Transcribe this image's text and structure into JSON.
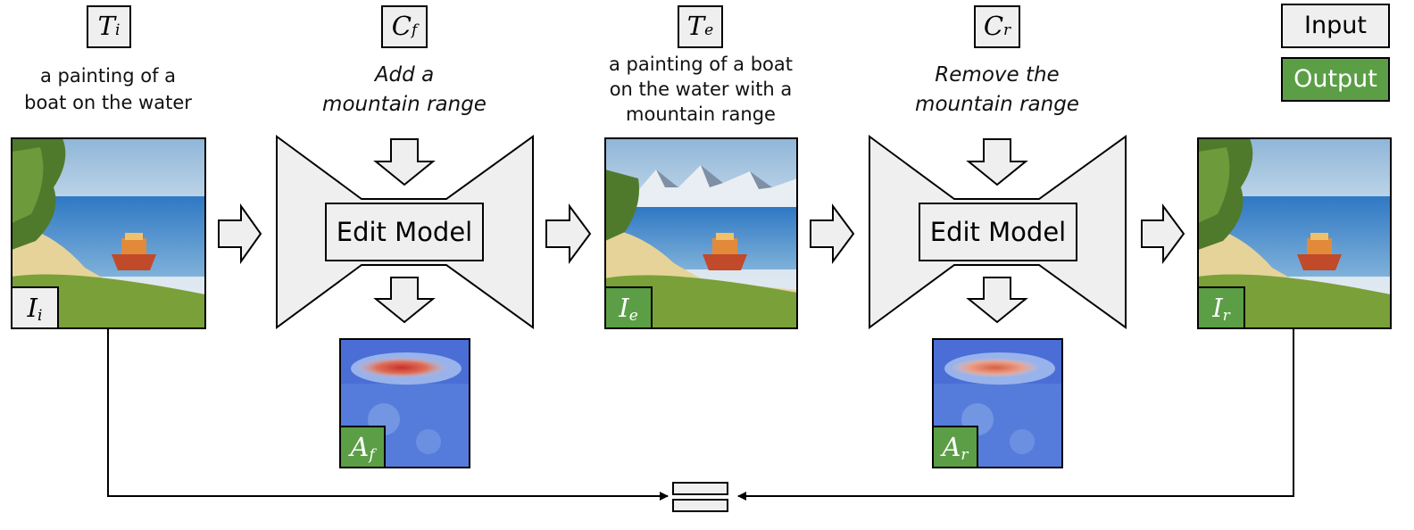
{
  "legend": {
    "input_label": "Input",
    "output_label": "Output",
    "input_color": "#efefef",
    "output_color": "#5b9e46"
  },
  "captions": {
    "initial_text_symbol": "T",
    "initial_text_sub": "i",
    "initial_text": [
      "a painting of a",
      "boat on the water"
    ],
    "forward_condition_symbol": "C",
    "forward_condition_sub": "f",
    "forward_condition": [
      "Add a",
      "mountain range"
    ],
    "edited_text_symbol": "T",
    "edited_text_sub": "e",
    "edited_text": [
      "a painting of a boat",
      "on the water with a",
      "mountain range"
    ],
    "reverse_condition_symbol": "C",
    "reverse_condition_sub": "r",
    "reverse_condition": [
      "Remove the",
      "mountain range"
    ]
  },
  "models": {
    "forward_label": "Edit Model",
    "reverse_label": "Edit Model"
  },
  "images": {
    "initial": {
      "symbol": "I",
      "sub": "i"
    },
    "edited": {
      "symbol": "I",
      "sub": "e"
    },
    "reconstructed": {
      "symbol": "I",
      "sub": "r"
    },
    "forward_attention": {
      "symbol": "A",
      "sub": "f"
    },
    "reverse_attention": {
      "symbol": "A",
      "sub": "r"
    }
  },
  "colors": {
    "box_fill": "#efefef",
    "stroke": "#000000",
    "output_green": "#5b9e46",
    "heatmap_blue": "#4a6ed6",
    "heatmap_red": "#d9412e"
  }
}
